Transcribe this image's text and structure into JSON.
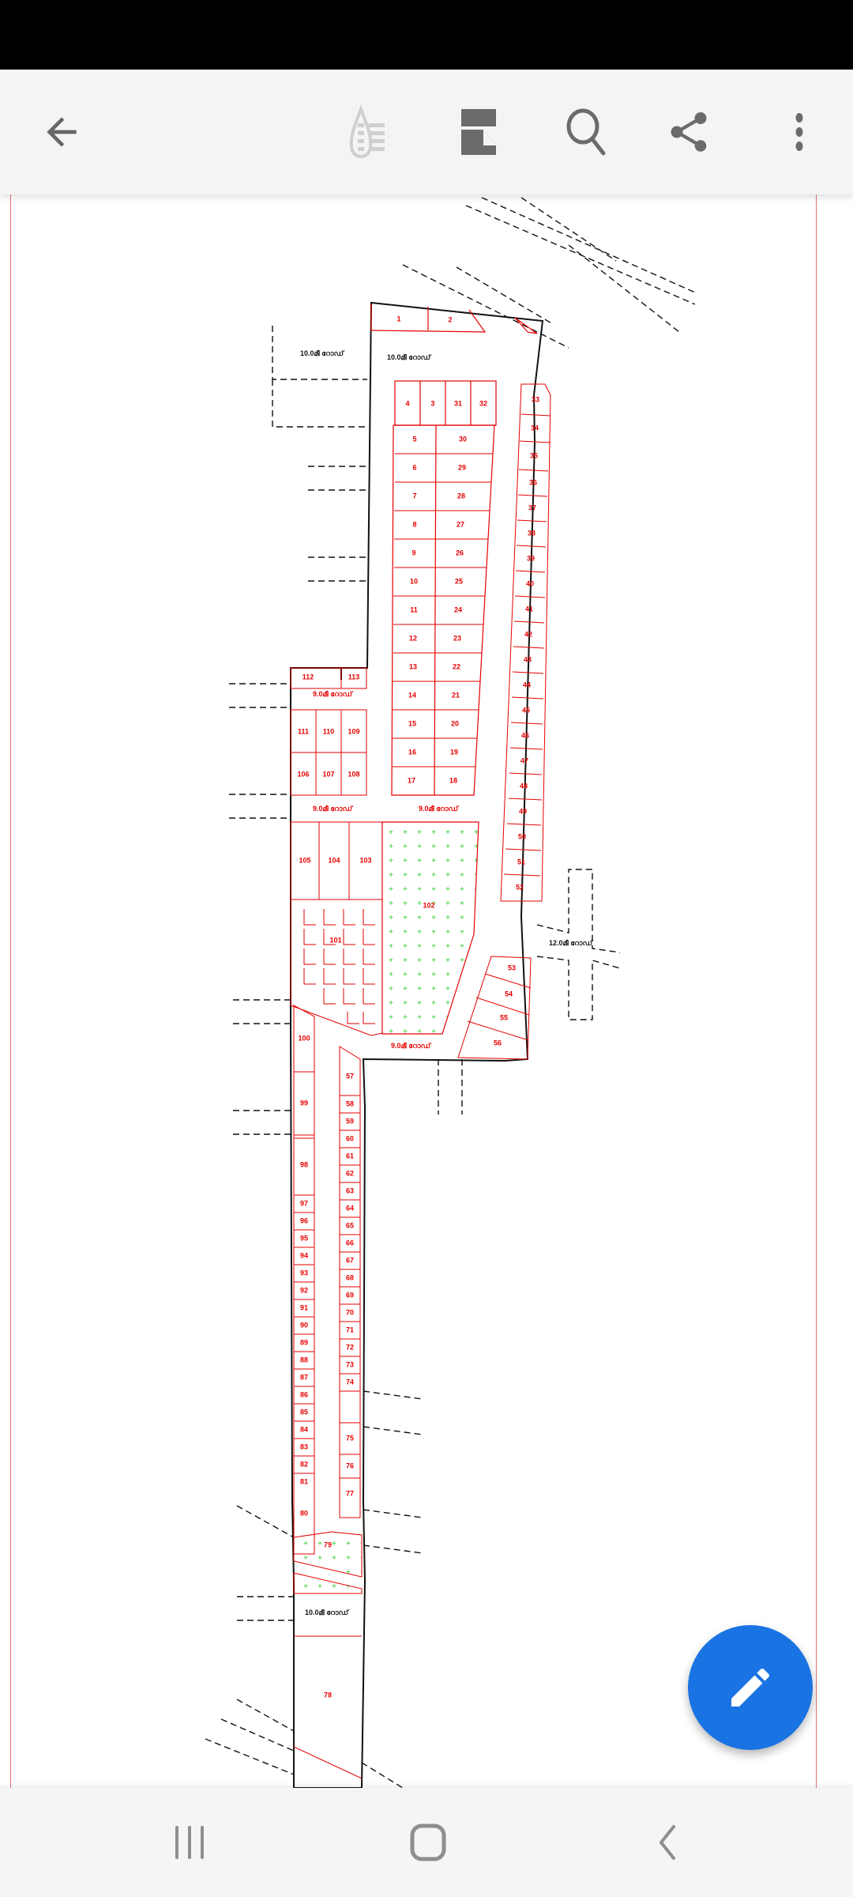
{
  "toolbar": {
    "back_icon": "arrow-left-icon",
    "actions": [
      {
        "name": "ink-annotation",
        "icon": "ink-drop-lines-icon",
        "enabled": false
      },
      {
        "name": "page-view",
        "icon": "document-page-icon",
        "enabled": true
      },
      {
        "name": "search",
        "icon": "search-icon",
        "enabled": true
      },
      {
        "name": "share",
        "icon": "share-icon",
        "enabled": true
      },
      {
        "name": "more",
        "icon": "more-vertical-icon",
        "enabled": true
      }
    ]
  },
  "document": {
    "type": "layout-plan",
    "colors": {
      "plot_lines": "#e60000",
      "boundary": "#111111",
      "open_space_dots": "#22cc22",
      "page_border": "#e57373"
    },
    "labels": {
      "top_road": "10.0മീ റോഡ്",
      "internal_road": "9.0മീ റോഡ്",
      "side_road": "12.0മീ റോഡ്",
      "open_space": "102",
      "open_space_lower": "79",
      "plot_101": "101",
      "plot_78": "78"
    },
    "plots": {
      "top_row": [
        "1",
        "2"
      ],
      "block_a_top": [
        "4",
        "3",
        "31",
        "32"
      ],
      "block_a_left": [
        "5",
        "6",
        "7",
        "8",
        "9",
        "10",
        "11",
        "12",
        "13",
        "14",
        "15",
        "16",
        "17"
      ],
      "block_a_right": [
        "30",
        "29",
        "28",
        "27",
        "26",
        "25",
        "24",
        "23",
        "22",
        "21",
        "20",
        "19",
        "18"
      ],
      "east_strip": [
        "33",
        "34",
        "35",
        "36",
        "37",
        "38",
        "39",
        "40",
        "41",
        "42",
        "43",
        "44",
        "45",
        "46",
        "47",
        "48",
        "49",
        "50",
        "51",
        "52"
      ],
      "east_lower": [
        "53",
        "54",
        "55",
        "56"
      ],
      "west_top": [
        "112",
        "113"
      ],
      "west_grid_row1": [
        "111",
        "110",
        "109"
      ],
      "west_grid_row2": [
        "106",
        "107",
        "108"
      ],
      "west_mid": [
        "105",
        "104",
        "103"
      ],
      "south_left": [
        "100",
        "99",
        "98",
        "97",
        "96",
        "95",
        "94",
        "93",
        "92",
        "91",
        "90",
        "89",
        "88",
        "87",
        "86",
        "85",
        "84",
        "83",
        "82",
        "81",
        "80"
      ],
      "south_right": [
        "57",
        "58",
        "59",
        "60",
        "61",
        "62",
        "63",
        "64",
        "65",
        "66",
        "67",
        "68",
        "69",
        "70",
        "71",
        "72",
        "73",
        "74",
        "75",
        "76",
        "77"
      ]
    }
  },
  "fab": {
    "icon": "pencil-icon",
    "label": "Edit"
  },
  "navbar": {
    "recents_icon": "recents-icon",
    "home_icon": "home-icon",
    "back_icon": "back-chevron-icon"
  }
}
